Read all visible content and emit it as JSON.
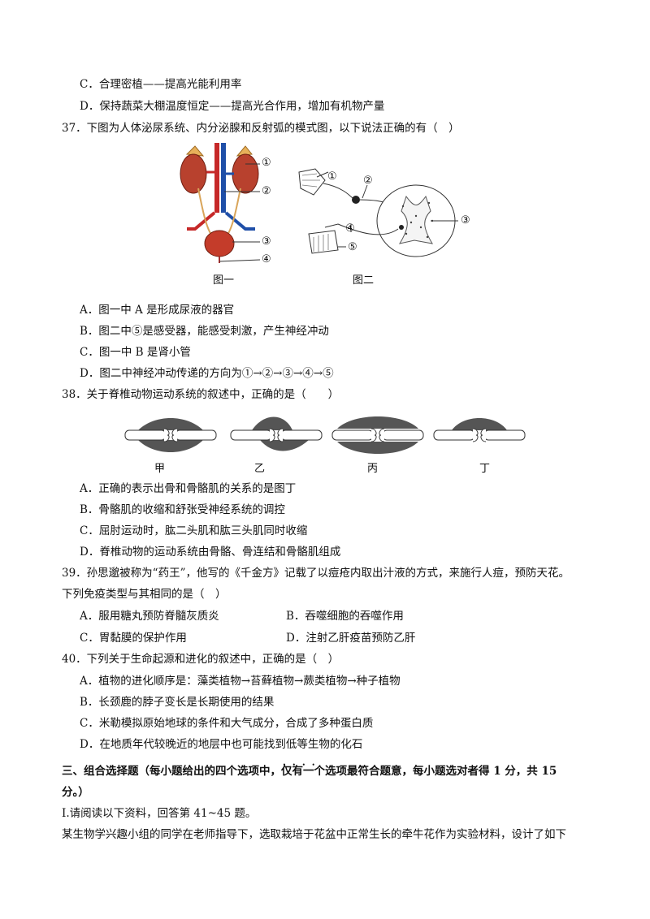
{
  "top": {
    "q36_c": "C．合理密植——提高光能利用率",
    "q36_d": "D．保持蔬菜大棚温度恒定——提高光合作用，增加有机物产量"
  },
  "q37": {
    "stem": "37．下图为人体泌尿系统、内分泌腺和反射弧的模式图，以下说法正确的有（　）",
    "fig1_caption": "图一",
    "fig2_caption": "图二",
    "fig1_labels": [
      "①",
      "②",
      "③",
      "④"
    ],
    "fig2_labels": [
      "①",
      "②",
      "③",
      "④",
      "⑤"
    ],
    "options": [
      "A．图一中 A 是形成尿液的器官",
      "B．图二中⑤是感受器，能感受刺激，产生神经冲动",
      "C．图一中 B 是肾小管",
      "D．图二中神经冲动传递的方向为①→②→③→④→⑤"
    ]
  },
  "q38": {
    "stem": "38．关于脊椎动物运动系统的叙述中，正确的是（　　）",
    "fig_labels": [
      "甲",
      "乙",
      "丙",
      "丁"
    ],
    "options": [
      "A．正确的表示出骨和骨骼肌的关系的是图丁",
      "B．骨骼肌的收缩和舒张受神经系统的调控",
      "C．屈肘运动时，肱二头肌和肱三头肌同时收缩",
      "D．脊椎动物的运动系统由骨骼、骨连结和骨骼肌组成"
    ]
  },
  "q39": {
    "stem1": "39．孙思邈被称为“药王”，他写的《千金方》记载了以痘疮内取出汁液的方式，来施行人痘，预防天花。",
    "stem2": "下列免疫类型与其相同的是（　）",
    "a": "A．服用糖丸预防脊髓灰质炎",
    "b": "B．吞噬细胞的吞噬作用",
    "c": "C．胃黏膜的保护作用",
    "d": "D．注射乙肝疫苗预防乙肝"
  },
  "q40": {
    "stem": "40．下列关于生命起源和进化的叙述中，正确的是（　）",
    "options": [
      "A．植物的进化顺序是：藻类植物→苔藓植物→蕨类植物→种子植物",
      "B．长颈鹿的脖子变长是长期使用的结果",
      "C．米勒模拟原始地球的条件和大气成分，合成了多种蛋白质",
      "D．在地质年代较晚近的地层中也可能找到低等生物的化石"
    ]
  },
  "section3": {
    "heading_a": "三、组合选择题（每小题给出的四个选项中，",
    "heading_emph": "仅有一个",
    "heading_b": "选项最符合题意，每小题选对者得 1 分，共 15",
    "heading_2": "分。）",
    "intro": "I.请阅读以下资料，回答第 41~45 题。",
    "body": "某生物学兴趣小组的同学在老师指导下，选取栽培于花盆中正常生长的牵牛花作为实验材料，设计了如下"
  }
}
